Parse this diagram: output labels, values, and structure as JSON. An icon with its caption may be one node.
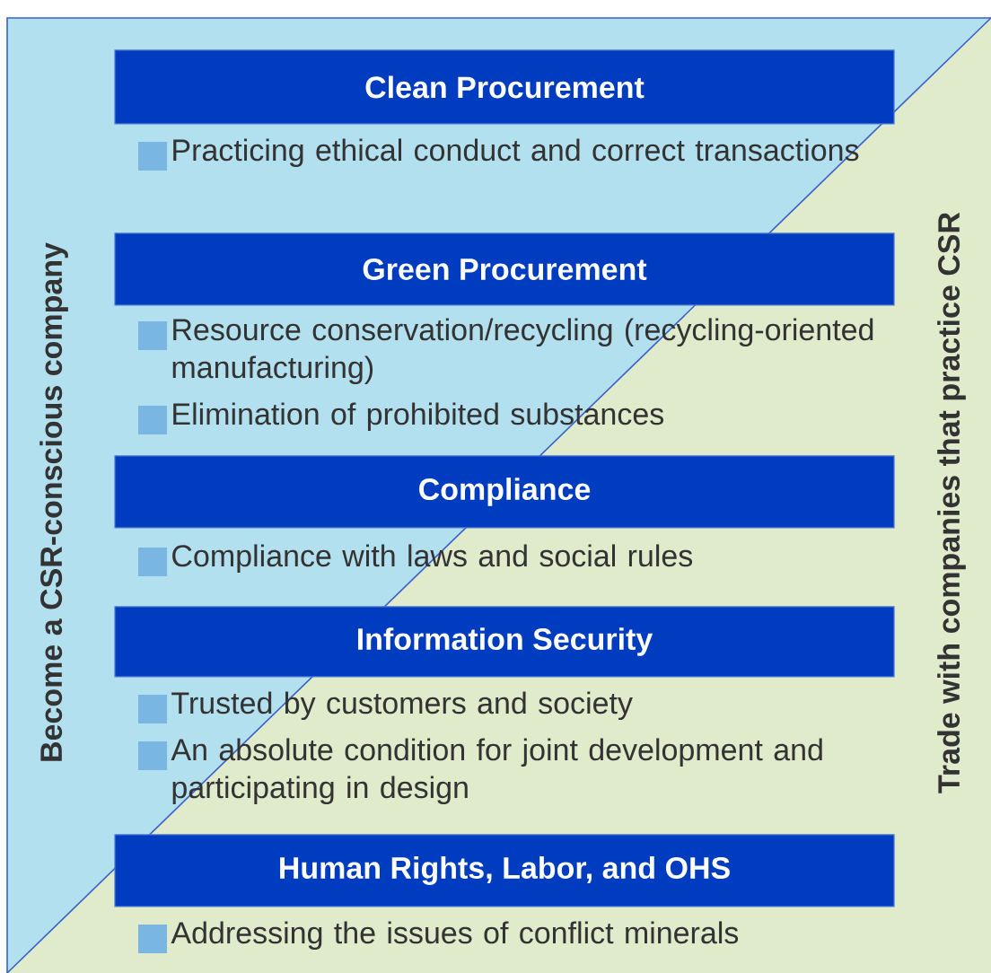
{
  "diagram": {
    "nodes": [
      {
        "text": [
          "Clean Procurement"
        ],
        "beside": [
          "Practicing ethical conduct and correct transactions"
        ]
      },
      {
        "text": [
          "Green Procurement"
        ],
        "beside": [
          "Resource conservation/recycling (recycling-oriented manufacturing)",
          "Elimination of prohibited substances"
        ]
      },
      {
        "text": [
          "Compliance"
        ],
        "beside": [
          "Compliance with laws and social rules"
        ]
      },
      {
        "text": [
          "Information Security"
        ],
        "beside": [
          "Trusted by customers and society",
          "An absolute condition for joint development and participating in design"
        ]
      },
      {
        "text": [
          "Human Rights, Labor, and OHS"
        ],
        "beside": [
          "Addressing the issues of conflict minerals"
        ]
      }
    ],
    "labels": [
      "Become a CSR-conscious company",
      "Trade with companies that practice CSR"
    ]
  }
}
